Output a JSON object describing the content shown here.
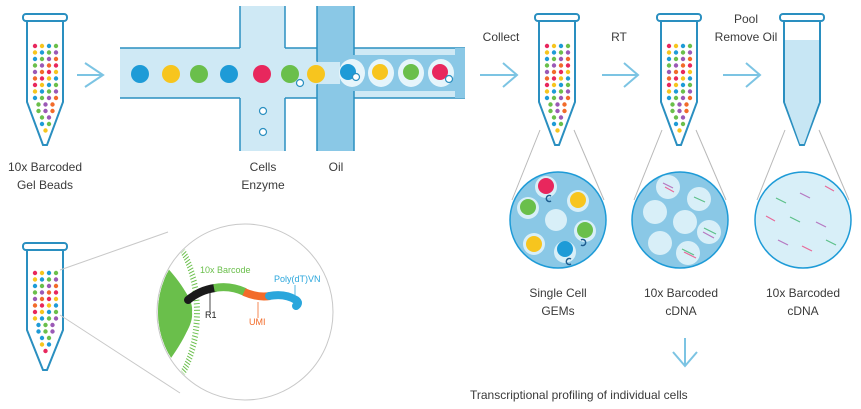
{
  "colors": {
    "tube_fill": "#c7e6f4",
    "tube_stroke": "#2a8fc0",
    "channel": "#cfe9f5",
    "oil_channel": "#8ac8e6",
    "arrow": "#7cc4e3",
    "bead_green": "#6abf4b",
    "barcode_green": "#6abf4b",
    "r1_black": "#1a1a1a",
    "umi_orange": "#f26b2a",
    "polydt_blue": "#2aa6dc",
    "red": "#e8275d",
    "yellow": "#f7c51e",
    "blue": "#1e9bd7",
    "purple": "#9b59b6",
    "cdna_green": "#5cc089",
    "cdna_purple": "#b678c0",
    "cdna_pink": "#e86a9a"
  },
  "labels": {
    "gel_beads_line1": "10x Barcoded",
    "gel_beads_line2": "Gel Beads",
    "cells": "Cells",
    "enzyme": "Enzyme",
    "oil": "Oil",
    "collect": "Collect",
    "rt": "RT",
    "pool": "Pool",
    "remove_oil": "Remove Oil",
    "gems_line1": "Single Cell",
    "gems_line2": "GEMs",
    "cdna1_line1": "10x Barcoded",
    "cdna1_line2": "cDNA",
    "cdna2_line1": "10x Barcoded",
    "cdna2_line2": "cDNA",
    "final": "Transcriptional profiling of individual cells"
  },
  "bead_detail": {
    "barcode": "10x Barcode",
    "r1": "R1",
    "umi": "UMI",
    "polydt": "Poly(dT)VN"
  },
  "icons": {
    "arrow": "chevron-right-arrow",
    "down_arrow": "chevron-down-arrow",
    "tube": "test-tube",
    "zoom": "magnifier-circle"
  }
}
